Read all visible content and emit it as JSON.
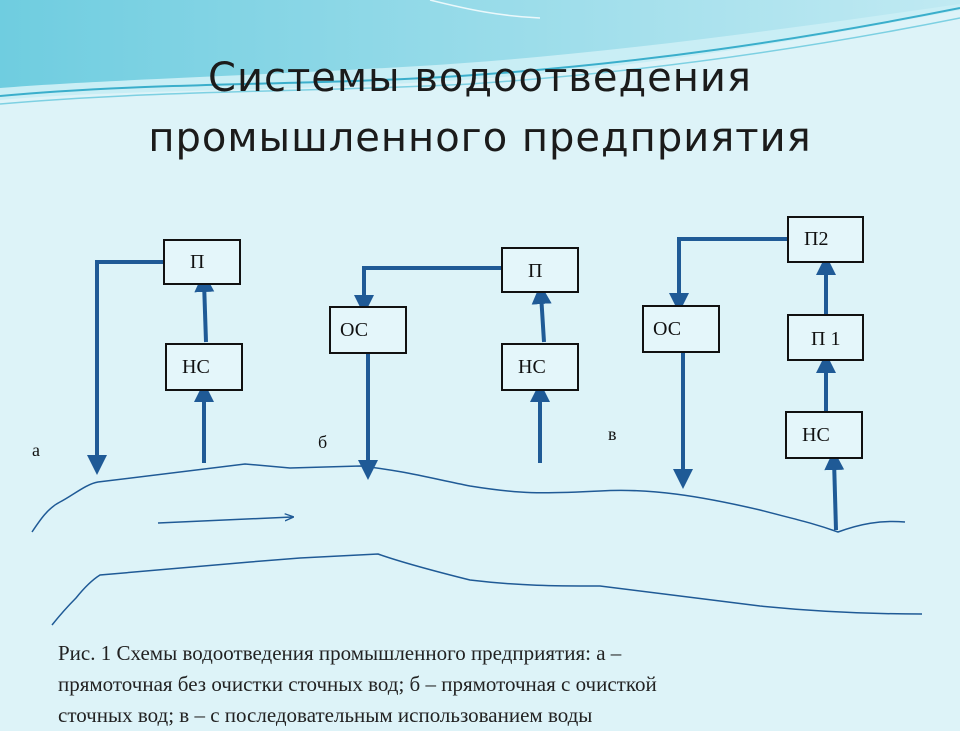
{
  "title": {
    "line1": "Системы водоотведения",
    "line2": "промышленного предприятия"
  },
  "diagram": {
    "variants": {
      "a": "а",
      "b": "б",
      "v": "в"
    },
    "boxes": {
      "a_p": "П",
      "a_ns": "НС",
      "b_os": "ОС",
      "b_p": "П",
      "b_ns": "НС",
      "v_os": "ОС",
      "v_p2": "П2",
      "v_p1": "П 1",
      "v_ns": "НС"
    }
  },
  "caption": {
    "line1": "Рис. 1 Схемы водоотведения промышленного предприятия: а –",
    "line2": "прямоточная  без очистки сточных вод; б – прямоточная с очисткой",
    "line3": "сточных вод; в – с  последовательным использованием воды"
  },
  "colors": {
    "background": "#ddf3f8",
    "line": "#1f5a96",
    "box_border": "#111111"
  }
}
